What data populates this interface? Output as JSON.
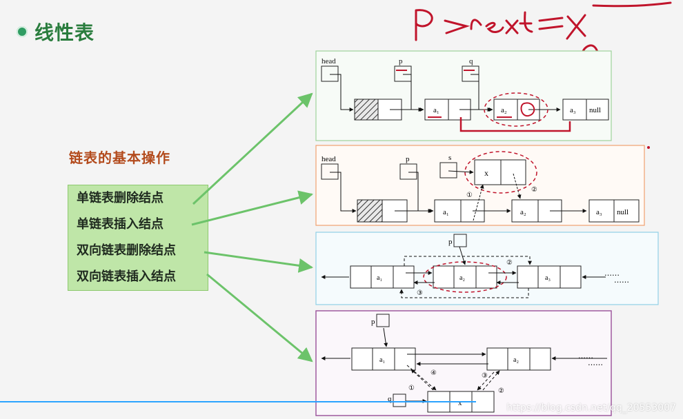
{
  "slide": {
    "title": "线性表",
    "subtitle": "链表的基本操作",
    "items": [
      "单链表删除结点",
      "单链表插入结点",
      "双向链表删除结点",
      "双向链表插入结点"
    ],
    "watermark": "https://blog.csdn.net/qq_20553007"
  },
  "handwriting": {
    "text": "p → next = x"
  },
  "diagrams": [
    {
      "name": "singly-delete",
      "pointers": [
        "head",
        "p",
        "q"
      ],
      "nodes": [
        "a₁",
        "a₂",
        "a₃"
      ],
      "null_label": "null"
    },
    {
      "name": "singly-insert",
      "pointers": [
        "head",
        "p",
        "s"
      ],
      "nodes": [
        "a₁",
        "a₂",
        "a₃"
      ],
      "new_node": "x",
      "null_label": "null",
      "steps": [
        "①",
        "②"
      ]
    },
    {
      "name": "doubly-delete",
      "pointer": "p",
      "nodes": [
        "a₁",
        "a₂",
        "a₃"
      ],
      "ellipsis": "……",
      "steps": [
        "②",
        "③"
      ]
    },
    {
      "name": "doubly-insert",
      "pointers": [
        "p",
        "q"
      ],
      "nodes": [
        "a₁",
        "a₂"
      ],
      "new_node": "x",
      "ellipsis": "……",
      "steps": [
        "①",
        "②",
        "③",
        "④"
      ]
    }
  ],
  "colors": {
    "title_green": "#2a7d3e",
    "subtitle_brown": "#b34b1d",
    "menu_bg": "#bfe6a8",
    "arrow_green": "#6cc36a",
    "ink_red": "#c0142b"
  }
}
